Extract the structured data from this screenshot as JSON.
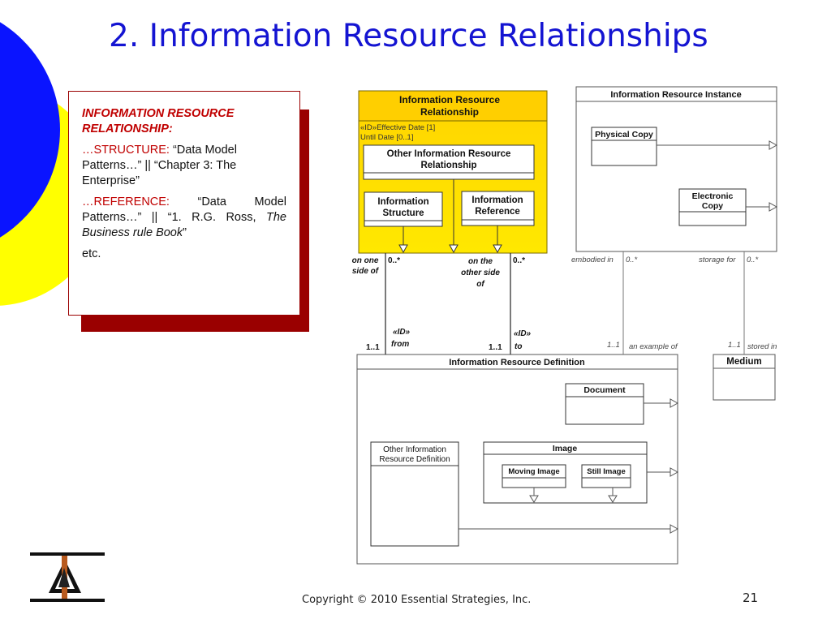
{
  "slide": {
    "title": "2.  Information Resource Relationships",
    "copyright": "Copyright © 2010 Essential Strategies, Inc.",
    "page_number": "21"
  },
  "card": {
    "heading": "INFORMATION RESOURCE RELATIONSHIP:",
    "structure_key": "…STRUCTURE:",
    "structure_text": " “Data Model Patterns…” || “Chapter 3: The Enterprise”",
    "reference_key": "…REFERENCE:",
    "reference_text": " “Data Model Patterns…” || “1. R.G. Ross, ",
    "reference_book": "The Business rule Book",
    "reference_end": "”",
    "etc": "etc."
  },
  "diagram": {
    "relationship": {
      "title_line1": "Information Resource",
      "title_line2": "Relationship",
      "attr1": "«ID»Effective Date [1]",
      "attr2": "Until Date [0..1]",
      "other_line1": "Other Information Resource",
      "other_line2": "Relationship",
      "structure_line1": "Information",
      "structure_line2": "Structure",
      "reference_line1": "Information",
      "reference_line2": "Reference"
    },
    "instance": {
      "title": "Information Resource Instance",
      "physical": "Physical Copy",
      "electronic_line1": "Electronic",
      "electronic_line2": "Copy"
    },
    "definition": {
      "title": "Information Resource Definition",
      "document": "Document",
      "other_line1": "Other Information",
      "other_line2": "Resource Definition",
      "image": "Image",
      "moving": "Moving Image",
      "still": "Still Image"
    },
    "medium": {
      "title": "Medium"
    },
    "labels": {
      "on_one_side_1": "on one",
      "on_one_side_2": "side of",
      "mult_left_top": "0..*",
      "on_other_1": "on the",
      "on_other_2": "other side",
      "on_other_3": "of",
      "mult_mid_top": "0..*",
      "id_left": "«ID»",
      "from": "from",
      "mult_left_bottom": "1..1",
      "mult_mid_bottom": "1..1",
      "id_mid": "«ID»",
      "to": "to",
      "embodied_in": "embodied in",
      "mult_embodied": "0..*",
      "storage_for": "storage for",
      "mult_storage": "0..*",
      "mult_example": "1..1",
      "an_example_of": "an example of",
      "mult_stored": "1..1",
      "stored_in": "stored in"
    }
  }
}
